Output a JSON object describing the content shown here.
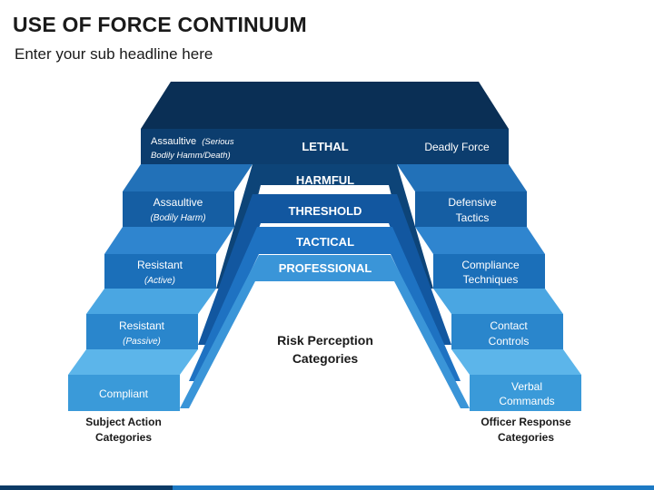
{
  "header": {
    "title": "USE OF FORCE CONTINUUM",
    "subtitle": "Enter your sub headline here"
  },
  "center_label": [
    "Risk Perception",
    "Categories"
  ],
  "left_caption": [
    "Subject Action",
    "Categories"
  ],
  "right_caption": [
    "Officer Response",
    "Categories"
  ],
  "top_tier": {
    "left_main": "Assaultive",
    "left_italic_1": "(Serious",
    "left_italic_2": "Bodily Hamm/Death)",
    "center": "LETHAL",
    "right": "Deadly Force"
  },
  "levels": [
    {
      "center": "HARMFUL"
    },
    {
      "center": "THRESHOLD"
    },
    {
      "center": "TACTICAL"
    },
    {
      "center": "PROFESSIONAL"
    }
  ],
  "subject_actions": [
    {
      "main": "Assaultive",
      "italic": "(Bodily Harm)"
    },
    {
      "main": "Resistant",
      "italic": "(Active)"
    },
    {
      "main": "Resistant",
      "italic": "(Passive)"
    },
    {
      "main": "Compliant",
      "italic": ""
    }
  ],
  "officer_responses": [
    {
      "lines": [
        "Defensive",
        "Tactics"
      ]
    },
    {
      "lines": [
        "Compliance",
        "Techniques"
      ]
    },
    {
      "lines": [
        "Contact",
        "Controls"
      ]
    },
    {
      "lines": [
        "Verbal",
        "Commands"
      ]
    }
  ],
  "colors": {
    "navy": "#0b3a66",
    "blue_dark": "#1560a8",
    "blue_mid": "#1d7ac4",
    "blue_light": "#3a94d6",
    "blue_pale": "#5ab4ea"
  }
}
